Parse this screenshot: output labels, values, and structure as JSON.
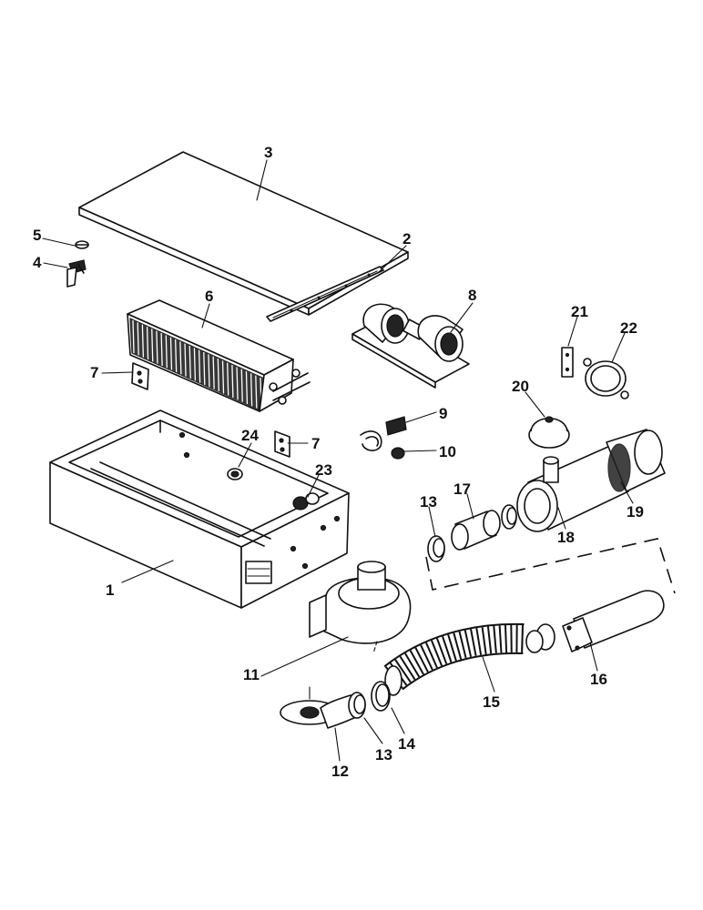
{
  "labels": {
    "l1": "1",
    "l2": "2",
    "l3": "3",
    "l4": "4",
    "l5": "5",
    "l6": "6",
    "l7a": "7",
    "l7b": "7",
    "l8": "8",
    "l9": "9",
    "l10": "10",
    "l11": "11",
    "l12": "12",
    "l13a": "13",
    "l13b": "13",
    "l14": "14",
    "l15": "15",
    "l16": "16",
    "l17": "17",
    "l18": "18",
    "l19": "19",
    "l20": "20",
    "l21": "21",
    "l22": "22",
    "l23": "23",
    "l24": "24"
  },
  "colors": {
    "ink": "#111111",
    "paper": "#ffffff"
  }
}
